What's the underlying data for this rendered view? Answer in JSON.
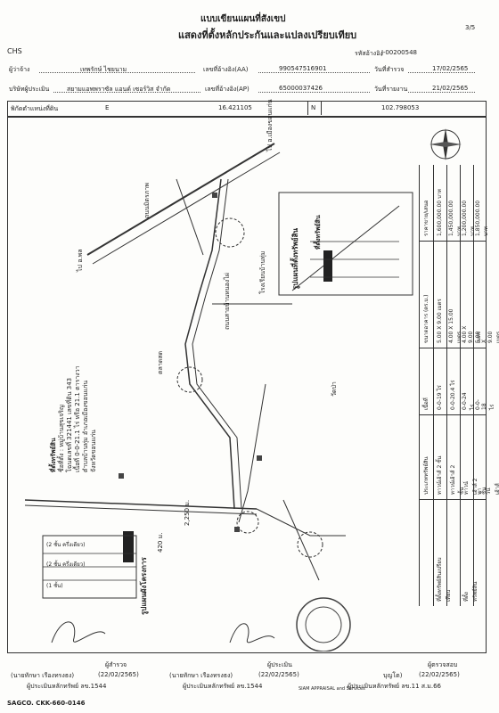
{
  "header": {
    "page_num": "3/5",
    "title_line1": "แบบเขียนแผนที่สังเขป",
    "title_line2": "แสดงที่ตั้งหลักประกันและแปลงเปรียบเทียบ",
    "code_label": "รหัสอ้างอิง",
    "code_value": "J-00200548",
    "file_no": "CHS"
  },
  "form": {
    "customer_label": "ผู้ว่าจ้าง",
    "customer_value": "เทพรักษ์ ไชยนาม",
    "id_aa_label": "เลขที่อ้างอิง(AA)",
    "id_aa_value": "990547516901",
    "date_survey_label": "วันที่สำรวจ",
    "date_survey_value": "17/02/2565",
    "company_label": "บริษัทผู้ประเมิน",
    "company_value": "สยามแอพพราซัล แอนด์ เซอร์วิส จำกัด",
    "id_ap_label": "เลขที่อ้างอิง(AP)",
    "id_ap_value": "65000037426",
    "date_report_label": "วันที่รายงาน",
    "date_report_value": "21/02/2565",
    "coord_label": "พิกัดตำแหน่งที่ดิน",
    "coord_e_label": "E",
    "coord_e_value": "16.421105",
    "coord_n_label": "N",
    "coord_n_value": "102.798053"
  },
  "map_labels": {
    "to_khonkaen": "ไป อ.เมืองขอนแก่น",
    "to_phon": "ไป อ.พล",
    "road_main": "ถนนมิตรภาพ",
    "road_secondary": "ถนนสายบ้านหนองไผ่",
    "site_box_title": "ที่ตั้งทรัพย์สิน",
    "site_box_line1": "ชื่อที่ตั้ง : หมู่บ้านสุขเจริญ",
    "site_box_line2": "โฉนดเลขที่ 321441 เลขที่ดิน 343",
    "site_box_line3": "เนื้อที่ 0-0-21.1 ไร่ หรือ 21.1 ตารางวา",
    "site_box_line4": "ตำบลบ้านทุ่ม อำเภอเมืองขอนแก่น",
    "site_box_line5": "จังหวัดขอนแก่น",
    "inset_title": "รูปแผนที่ตั้งทรัพย์สิน",
    "inset_label": "ที่ตั้งทรัพย์สิน",
    "plan_title": "รูปแผนผังโครงการ",
    "dist_420": "420 ม.",
    "dist_2250": "2,250 ม.",
    "school": "โรงเรียนบ้านทุ่ม",
    "market": "ตลาดสด",
    "temple": "วัดป่า",
    "lot1": "(2 ชั้น ครึ่งเดียว)",
    "lot2": "(2 ชั้น ครึ่งเดียว)",
    "lot3": "(1 ชั้น)"
  },
  "comparison_table": {
    "headers": [
      "ประเภททรัพย์สิน",
      "เนื้อที่",
      "ขนาดอาคาร (ตร.ม.)",
      "ราคาขาย/เสนอ"
    ],
    "rows": [
      {
        "type": "ทาวน์เฮ้าส์ 2 ชั้น",
        "area": "0-0-19 ไร่",
        "size": "5.00 X 9.00 เมตร",
        "price": "1,600,000.00 บาท"
      },
      {
        "type": "ทาวน์เฮ้าส์ 2 ชั้น",
        "area": "0-0-20.4 ไร่",
        "size": "4.00 X 15.00 เมตร",
        "price": "1,450,000.00 บาท"
      },
      {
        "type": "ทาวน์เฮ้าส์ 2 ชั้น",
        "area": "0-0-24 ไร่",
        "size": "4.00 X 9.00 เมตร",
        "price": "1,200,000.00 บาท"
      },
      {
        "type": "ทาวน์เฮ้าส์ 2 ชั้น",
        "area": "0-0-18 ไร่",
        "size": "5.00 X 9.00 เมตร",
        "price": "1,850,000.00 บาท"
      }
    ],
    "legend_title": "ที่ตั้งทรัพย์สินเปรียบเทียบ",
    "legend_item": "ที่ตั้งทรัพย์สิน"
  },
  "signatures": {
    "surveyor_label": "ผู้สำรวจ",
    "surveyor_name": "(นายทักษา  เรืองทรงธง)",
    "surveyor_date": "(22/02/2565)",
    "surveyor_license": "ผู้ประเมินหลักทรัพย์ ลข.1544",
    "appraiser_label": "ผู้ประเมิน",
    "appraiser_name": "(นายทักษา  เรืองทรงธง)",
    "appraiser_date": "(22/02/2565)",
    "appraiser_license": "ผู้ประเมินหลักทรัพย์ ลข.1544",
    "reviewer_label": "ผู้ตรวจสอบ",
    "reviewer_name": "บุญโต)",
    "reviewer_date": "(22/02/2565)",
    "reviewer_license": "ผู้ประเมินหลักทรัพย์ ลข.11 ส.ม.66"
  },
  "stamp_text": "SIAM APPRAISAL and Services",
  "footer_code": "SAGCO. CKK-660-0146"
}
